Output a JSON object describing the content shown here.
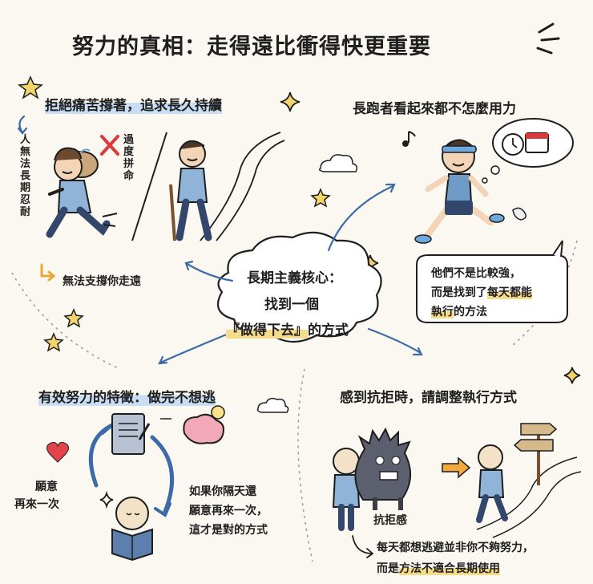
{
  "title": "努力的真相：走得遠比衝得快更重要",
  "sections": {
    "top_left": {
      "heading": "拒絕痛苦撐著，追求長久持續",
      "vertical_note": "人無法長期忍耐",
      "side_note": "過度拼命",
      "bottom_note": "無法支撐你走遠"
    },
    "top_right": {
      "heading": "長跑者看起來都不怎麼用力",
      "bubble_line1": "他們不是比較強，",
      "bubble_line2_pre": "而是找到了",
      "bubble_line2_hl": "每天都能",
      "bubble_line3_hl": "執行",
      "bubble_line3_post": "的方法"
    },
    "center": {
      "line1": "長期主義核心：",
      "line2": "找到一個",
      "line3_hl": "『做得下去』",
      "line3_post": "的方式"
    },
    "bottom_left": {
      "heading": "有效努力的特徵：做完不想逃",
      "left_note_1": "願意",
      "left_note_2": "再來一次",
      "right_note_1": "如果你隔天還",
      "right_note_2": "願意再來一次，",
      "right_note_3": "這才是對的方式"
    },
    "bottom_right": {
      "heading": "感到抗拒時，請調整執行方式",
      "monster_label": "抗拒感",
      "bottom_line1": "每天都想逃避並非你不夠努力，",
      "bottom_line2_pre": "而是",
      "bottom_line2_hl": "方法不適合長期使用"
    }
  },
  "colors": {
    "background": "#fbf8f1",
    "highlight_yellow": "#f6dc8a",
    "highlight_blue": "#c9ddf3",
    "arrow_blue": "#3d6aa8",
    "shirt_blue": "#8fb4d8",
    "red_x": "#d83a3a",
    "monster": "#5c5f6e"
  }
}
